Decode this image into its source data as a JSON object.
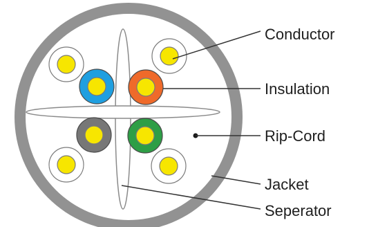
{
  "labels": {
    "conductor": "Conductor",
    "insulation": "Insulation",
    "rip_cord": "Rip-Cord",
    "jacket": "Jacket",
    "separator": "Seperator"
  },
  "colors": {
    "jacket": "#929292",
    "jacket_inner": "#ffffff",
    "separator_stroke": "#8a8a8a",
    "conductor": "#f7e600",
    "conductor_stroke": "#7a7a7a",
    "pair_white": "#ffffff",
    "insulation_blue": "#1f9fe0",
    "insulation_orange": "#ef6a2a",
    "insulation_gray": "#777777",
    "insulation_green": "#2e9e46",
    "leader_line": "#333333"
  }
}
